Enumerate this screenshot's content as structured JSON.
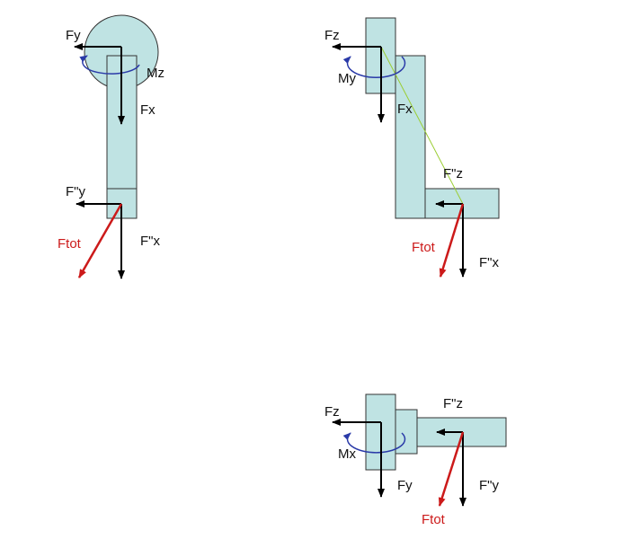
{
  "colors": {
    "part_fill": "#bfe3e3",
    "part_stroke": "#333333",
    "force": "#000000",
    "total_force": "#cc1a1a",
    "moment": "#2a3aa8",
    "link": "#9acd32"
  },
  "front_view": {
    "labels": {
      "fy": "Fy",
      "mz": "Mz",
      "fx": "Fx",
      "fy2": "F\"y",
      "fx2": "F\"x",
      "ftot": "Ftot"
    }
  },
  "side_view": {
    "labels": {
      "fz": "Fz",
      "my": "My",
      "fx": "Fx",
      "fz2": "F\"z",
      "ftot": "Ftot",
      "fx2": "F\"x"
    }
  },
  "top_view": {
    "labels": {
      "fz": "Fz",
      "fz2": "F\"z",
      "mx": "Mx",
      "fy": "Fy",
      "fy2": "F\"y",
      "ftot": "Ftot"
    }
  }
}
